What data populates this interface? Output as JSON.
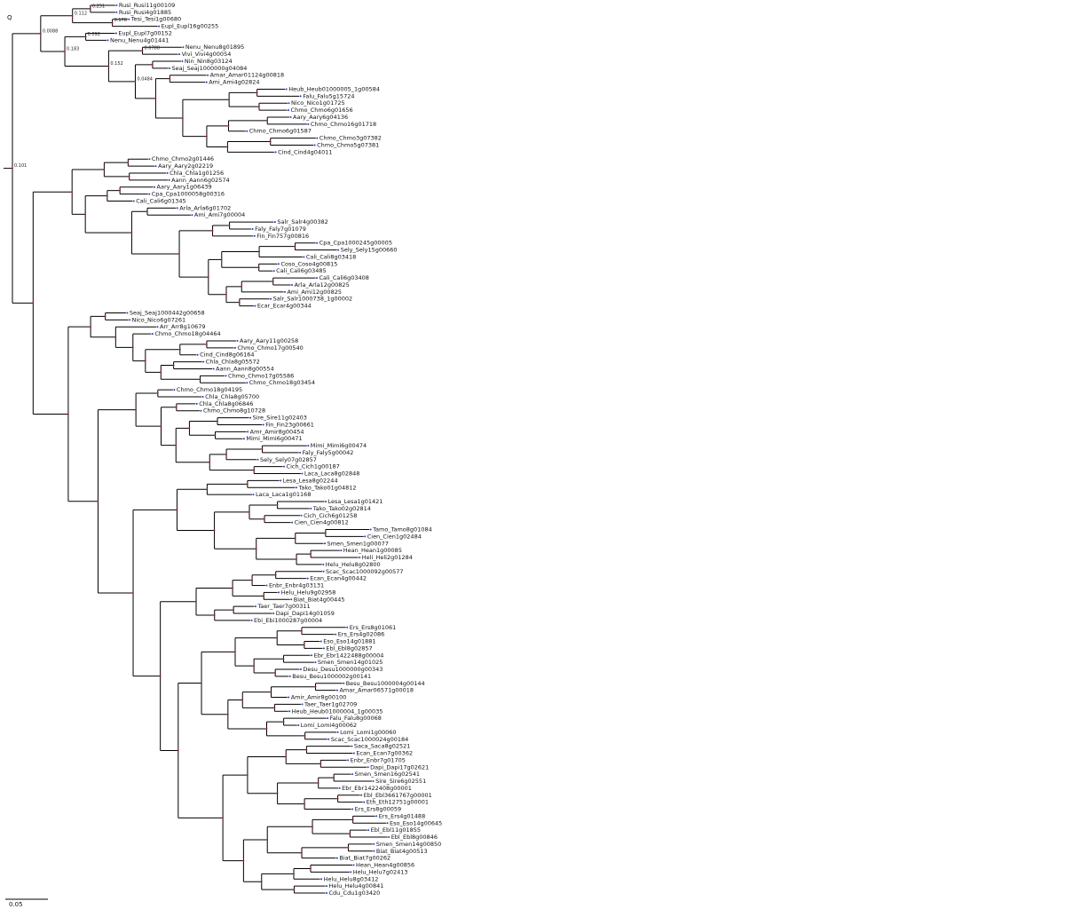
{
  "figure": {
    "type": "phylogenetic-tree",
    "layout": "rectangular-phylogram",
    "root_label": "Q",
    "scale_bar": "0.05",
    "colors": {
      "branch": "#000000",
      "tip_marker": "#1c3fbf",
      "node_marker": "#c01010",
      "background": "#ffffff"
    },
    "node_support_note": "Internal nodes carry tiny, mostly illegible support labels; legible ones listed in support_labels",
    "support_labels": [
      "0.101",
      "0.0088",
      "0.112",
      "0.251",
      "0.178",
      "0.183",
      "0.092",
      "0.152",
      "0.0788",
      "0.0484"
    ]
  },
  "tips": [
    "Rusi_Rusi11g00109",
    "Rusi_Rusi4g01885",
    "Tesi_Tesi1g00680",
    "Eupl_Eupl16g00255",
    "Eupl_Eupl7g00152",
    "Nenu_Nenu4g01441",
    "Nenu_Nenu8g01895",
    "Vivi_Vivi4g00054",
    "Nin_Nin8g03124",
    "Seaj_Seaj1000000g04084",
    "Amar_Amar01124g00818",
    "Ami_Ami4g02824",
    "Heub_Heub01000005_1g00584",
    "Falu_Falu5g15724",
    "Nico_Nico1g01725",
    "Chmo_Chmo6g01656",
    "Aary_Aary6g04136",
    "Chmo_Chmo16g01718",
    "Chmo_Chmo6g01587",
    "Chmo_Chmo3g07382",
    "Chmo_Chmo5g07381",
    "Cind_Cind4g04011",
    "Chmo_Chmo2g01446",
    "Aary_Aary2g02219",
    "Chla_Chla1g01256",
    "Aann_Aann6g02574",
    "Aary_Aary1g06439",
    "Cpa_Cpa1000058g00316",
    "Cali_Cali6g01345",
    "Arla_Arla6g01702",
    "Ami_Ami7g00004",
    "Salr_Salr4g00382",
    "Faly_Faly7g01079",
    "Fin_Fin757g00816",
    "Cpa_Cpa1000245g00005",
    "Sely_Sely15g00660",
    "Cali_Cali8g03418",
    "Coso_Coso4g00815",
    "Cali_Cali6g03485",
    "Cali_Cali6g03408",
    "Arla_Arla12g00825",
    "Ami_Ami12g00825",
    "Salr_Salr1000738_1g00002",
    "Ecar_Ecar4g00344",
    "Seaj_Seaj1000442g00658",
    "Nico_Nico6g07261",
    "Arr_Arr8g10679",
    "Chmo_Chmo18g04464",
    "Aary_Aary11g00258",
    "Chmo_Chmo17g00540",
    "Cind_Cind8g06164",
    "Chla_Chla8g05572",
    "Aann_Aann8g00554",
    "Chmo_Chmo17g05586",
    "Chmo_Chmo18g03454",
    "Chmo_Chmo18g04195",
    "Chla_Chla8g05700",
    "Chla_Chla8g06846",
    "Chmo_Chmo8g10728",
    "Sire_Sire11g02403",
    "Fin_Fin23g00661",
    "Amr_Amir8g00454",
    "Mimi_Mimi6g00471",
    "Mimi_Mimi6g00474",
    "Faly_Faly5g00042",
    "Sely_Sely07g02857",
    "Cich_Cich1g00187",
    "Laca_Laca8g02848",
    "Lesa_Lesa8g02244",
    "Tako_Tako01g04812",
    "Laca_Laca1g01168",
    "Lesa_Lesa1g01421",
    "Tako_Tako02g02814",
    "Cich_Cich6g01258",
    "Cien_Cien4g00812",
    "Tamo_Tamo8g01084",
    "Cien_Cien1g02484",
    "Smen_Smen1g00077",
    "Hean_Hean1g00085",
    "Heli_Heli2g01284",
    "Helu_Helu8g02800",
    "Scac_Scac1000092g00577",
    "Ecan_Ecan4g00442",
    "Enbr_Enbr4g03131",
    "Helu_Helu9g02958",
    "Biat_Biat4g00445",
    "Taer_Taer7g00311",
    "Dapi_Dapi14g01059",
    "Ebi_Ebi1000287g00004",
    "Ers_Ers8g01061",
    "Ers_Ers4g02086",
    "Eso_Eso14g01881",
    "Ebl_Ebl8g02857",
    "Ebr_Ebr1422488g00004",
    "Smen_Smen14g01025",
    "Desu_Desu1000000g00343",
    "Besu_Besu1000002g00141",
    "Besu_Besu1000004g00144",
    "Amar_Amar06571g00018",
    "Amir_Amir8g00100",
    "Taer_Taer1g02709",
    "Heub_Heub01000004_1g00035",
    "Falu_Falu8g00068",
    "Lomi_Lomi4g00062",
    "Lomi_Lomi1g00060",
    "Scac_Scac1000024g00184",
    "Saca_Saca8g02521",
    "Ecan_Ecan7g00362",
    "Enbr_Enbr7g01705",
    "Dapi_Dapi17g02621",
    "Smen_Smen16g02541",
    "Sire_Sire6g02551",
    "Ebr_Ebr1422408g00001",
    "Ebl_Ebl3661767g00001",
    "Eth_Eth12751g00001",
    "Ers_Ers8g00059",
    "Ers_Ers4g01488",
    "Eso_Eso14g00645",
    "Ebl_Ebl11g01855",
    "Ebl_Ebl8g00846",
    "Smen_Smen14g00850",
    "Biat_Biat4g00513",
    "Biat_Biat7g00262",
    "Hean_Hean4g00856",
    "Helu_Helu7g02413",
    "Helu_Helu8g03412",
    "Helu_Helu4g00841",
    "Cdu_Cdu1g03420"
  ]
}
